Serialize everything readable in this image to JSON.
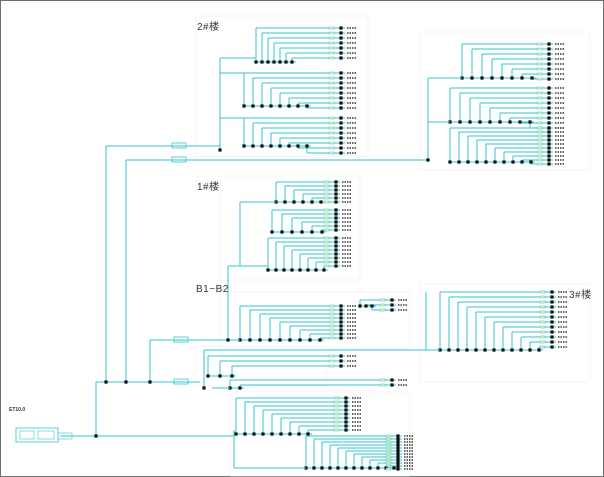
{
  "labels": {
    "building_2": "2#楼",
    "building_1": "1#楼",
    "basement": "B1~B2",
    "building_3": "3#楼",
    "source": "ET10.0"
  },
  "colors": {
    "wire": "#34c6cf",
    "terminal": "#111111",
    "accent": "#e8e05a",
    "border": "#6f6f6f"
  }
}
